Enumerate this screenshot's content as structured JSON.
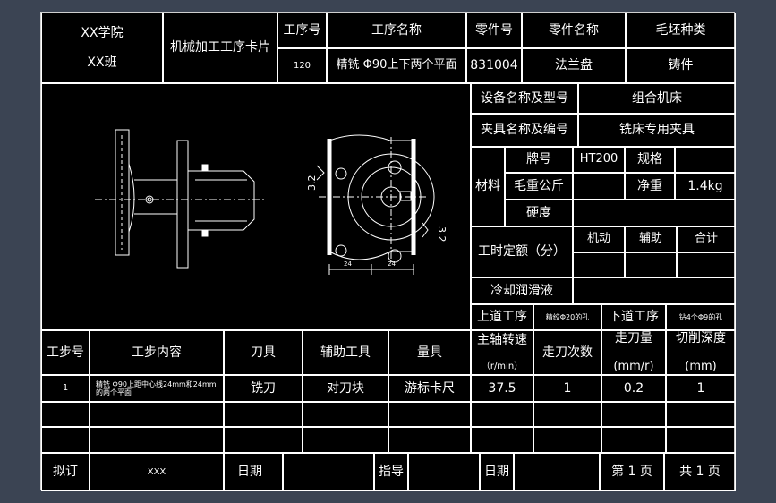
{
  "header": {
    "school": "XX学院",
    "class_name": "XX班",
    "card_title": "机械加工工序卡片",
    "op_no_label": "工序号",
    "op_no_value": "120",
    "op_name_label": "工序名称",
    "op_name_value": "精铣 Φ90上下两个平面",
    "part_no_label": "零件号",
    "part_no_value": "831004",
    "part_name_label": "零件名称",
    "part_name_value": "法兰盘",
    "blank_type_label": "毛坯种类",
    "blank_type_value": "铸件"
  },
  "info": {
    "equipment_label": "设备名称及型号",
    "equipment_value": "组合机床",
    "fixture_label": "夹具名称及编号",
    "fixture_value": "铣床专用夹具",
    "material_label": "材料",
    "grade_label": "牌号",
    "grade_value": "HT200",
    "spec_label": "规格",
    "spec_value": "",
    "gross_weight_label": "毛重公斤",
    "gross_weight_value": "",
    "net_weight_label": "净重",
    "net_weight_value": "1.4kg",
    "hardness_label": "硬度",
    "hardness_value": "",
    "time_quota_label": "工时定额（分）",
    "machine_time_label": "机动",
    "aux_time_label": "辅助",
    "total_time_label": "合计",
    "coolant_label": "冷却润滑液",
    "prev_op_label": "上道工序",
    "prev_op_value": "精绞Φ20的孔",
    "next_op_label": "下道工序",
    "next_op_value": "钻4个Φ9的孔"
  },
  "drawing": {
    "roughness_left": "3.2",
    "roughness_right": "3.2",
    "dim_left": "24",
    "dim_right": "24"
  },
  "steps_table": {
    "headers": {
      "step_no": "工步号",
      "content": "工步内容",
      "tool": "刀具",
      "aux_tool": "辅助工具",
      "gauge": "量具",
      "spindle_speed": "主轴转速",
      "spindle_unit": "（r/min）",
      "passes": "走刀次数",
      "feed": "走刀量",
      "feed_unit": "(mm/r)",
      "depth": "切削深度",
      "depth_unit": "(mm)"
    },
    "rows": [
      {
        "step_no": "1",
        "content": "精铣 Φ90上距中心线24mm和24mm的两个平面",
        "tool": "铣刀",
        "aux_tool": "对刀块",
        "gauge": "游标卡尺",
        "spindle_speed": "37.5",
        "passes": "1",
        "feed": "0.2",
        "depth": "1"
      }
    ]
  },
  "footer": {
    "compiled_label": "拟订",
    "compiled_value": "XXX",
    "date_label_1": "日期",
    "review_label": "指导",
    "date_label_2": "日期",
    "page_label": "第 1 页",
    "total_label": "共 1 页"
  }
}
